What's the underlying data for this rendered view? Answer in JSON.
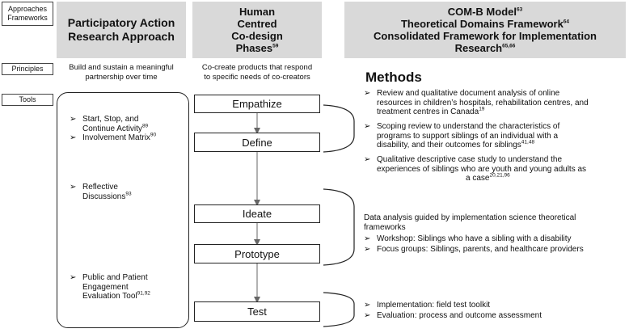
{
  "row_labels": {
    "approaches": "Approaches Frameworks",
    "principles": "Principles",
    "tools": "Tools"
  },
  "headers": {
    "par": [
      "Participatory Action",
      "Research Approach"
    ],
    "hcd": [
      "Human",
      "Centred",
      "Co-design"
    ],
    "hcd_last": "Phases",
    "hcd_sup": "59",
    "comb": [
      {
        "text": "COM-B Model",
        "sup": "63"
      },
      {
        "text": "Theoretical Domains Framework",
        "sup": "64"
      },
      {
        "text": "Consolidated Framework for Implementation",
        "sup": ""
      },
      {
        "text": "Research",
        "sup": "65,66"
      }
    ]
  },
  "principles": {
    "par": [
      "Build and sustain a meaningful",
      "partnership over time"
    ],
    "hcd": [
      "Co-create products that respond",
      "to specific needs of co-creators"
    ]
  },
  "par_tools": [
    {
      "lines": [
        "Start, Stop, and",
        "Continue Activity"
      ],
      "sup": "89"
    },
    {
      "lines": [
        "Involvement Matrix"
      ],
      "sup": "90"
    },
    {
      "lines": [
        "Reflective",
        "Discussions"
      ],
      "sup": "93"
    },
    {
      "lines": [
        "Public and Patient",
        "Engagement",
        "Evaluation Tool"
      ],
      "sup": "91,92"
    }
  ],
  "phases": [
    "Empathize",
    "Define",
    "Ideate",
    "Prototype",
    "Test"
  ],
  "methods": {
    "title": "Methods",
    "group1": [
      {
        "lines": [
          "Review and qualitative document analysis of online",
          "resources in children’s hospitals, rehabilitation centres, and",
          "treatment centres in Canada"
        ],
        "sup": "19"
      },
      {
        "lines": [
          "Scoping review to understand the characteristics of",
          "programs to support siblings of an individual with a",
          "disability, and their outcomes for siblings"
        ],
        "sup": "41,48"
      },
      {
        "lines": [
          "Qualitative descriptive case study to understand the",
          "experiences of siblings who are youth and young adults as",
          "a case"
        ],
        "sup": "20,21,96"
      }
    ],
    "group2_intro": [
      "Data analysis guided by implementation science theoretical",
      "frameworks"
    ],
    "group2": [
      {
        "lines": [
          "Workshop: Siblings who have a sibling with a disability"
        ],
        "sup": ""
      },
      {
        "lines": [
          "Focus groups: Siblings, parents, and healthcare providers"
        ],
        "sup": ""
      }
    ],
    "group3": [
      {
        "lines": [
          "Implementation: field test toolkit"
        ],
        "sup": ""
      },
      {
        "lines": [
          "Evaluation: process and outcome assessment"
        ],
        "sup": ""
      }
    ]
  },
  "bullet_glyph": "➢",
  "colors": {
    "header_bg": "#d9d9d9",
    "line": "#222222"
  }
}
